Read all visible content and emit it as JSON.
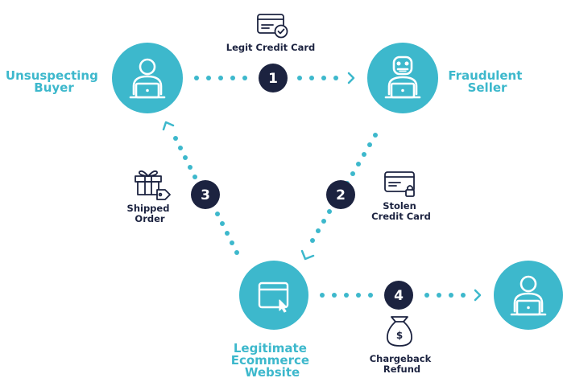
{
  "colors": {
    "teal": "#3db8cc",
    "navy": "#1c2340",
    "white": "#ffffff"
  },
  "actors": {
    "buyer": {
      "line1": "Unsuspecting",
      "line2": "Buyer",
      "icon": "person-with-laptop-icon"
    },
    "seller": {
      "line1": "Fraudulent",
      "line2": "Seller",
      "icon": "robot-with-laptop-icon"
    },
    "website": {
      "line1": "Legitimate",
      "line2": "Ecommerce",
      "line3": "Website",
      "icon": "browser-window-cursor-icon"
    },
    "customer": {
      "icon": "person-with-laptop-icon"
    }
  },
  "steps": [
    {
      "number": "1",
      "line1": "Legit Credit Card",
      "icon": "credit-card-check-icon"
    },
    {
      "number": "2",
      "line1": "Stolen",
      "line2": "Credit Card",
      "icon": "credit-card-lock-icon"
    },
    {
      "number": "3",
      "line1": "Shipped",
      "line2": "Order",
      "icon": "gift-box-tag-icon"
    },
    {
      "number": "4",
      "line1": "Chargeback",
      "line2": "Refund",
      "icon": "money-bag-icon"
    }
  ]
}
